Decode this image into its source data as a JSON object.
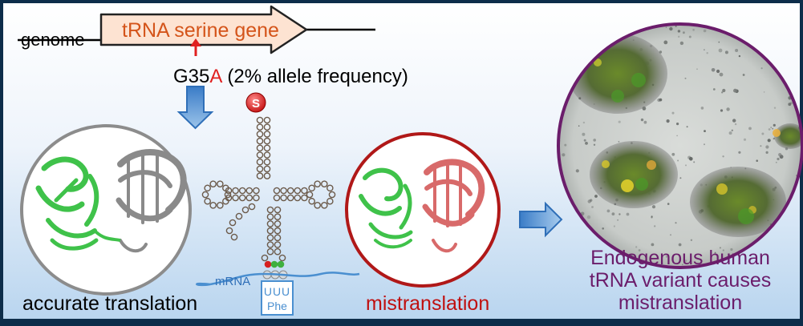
{
  "genome": {
    "label": "genome",
    "gene_label": "tRNA serine gene",
    "mutation_prefix": "G35",
    "mutation_base": "A",
    "mutation_note": "(2% allele frequency)"
  },
  "trna": {
    "amino_acid_badge": "S",
    "mrna_label": "mRNA",
    "codon": "UUU",
    "codon_amino_acid": "Phe"
  },
  "panels": {
    "accurate_label": "accurate translation",
    "mistranslation_label": "mistranslation",
    "result_line1": "Endogenous human",
    "result_line2": "tRNA variant causes",
    "result_line3": "mistranslation"
  },
  "colors": {
    "frame": "#0d2d4a",
    "gene_fill": "#fde3d2",
    "gene_text": "#d4541a",
    "mutation_red": "#e02020",
    "arrow_blue": "#2f6fb8",
    "mrna_blue": "#4a8fd0",
    "trna_ring": "#6b5a4a",
    "green_protein": "#3fc24a",
    "gray_protein": "#8a8a8a",
    "red_protein": "#d86a6a",
    "left_circle": "#8c8c8c",
    "mid_circle": "#b01818",
    "right_circle": "#6b1d6b",
    "result_text": "#6b1d6b"
  }
}
